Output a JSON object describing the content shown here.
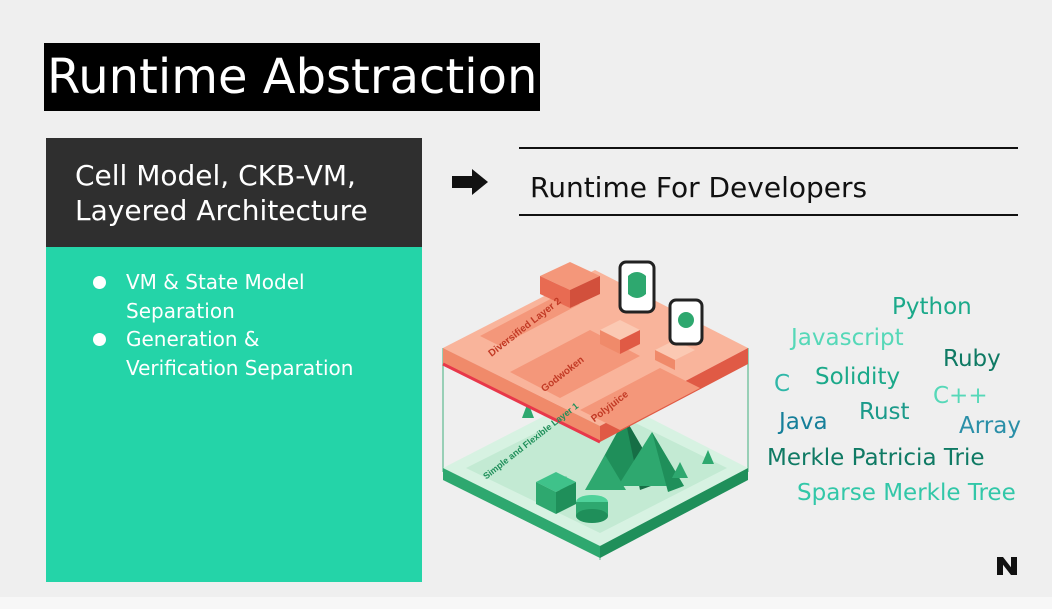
{
  "title": "Runtime Abstraction",
  "left_panel": {
    "header_lines": [
      "Cell Model, CKB-VM,",
      "Layered Architecture"
    ],
    "bullets": [
      {
        "lines": [
          "VM & State Model",
          "Separation"
        ]
      },
      {
        "lines": [
          "Generation &",
          "Verification Separation"
        ]
      }
    ]
  },
  "right_panel": {
    "heading": "Runtime For Developers",
    "illustration": {
      "top_layer_labels": [
        "Diversified Layer 2",
        "Godwoken",
        "Polyjuice"
      ],
      "bottom_layer_label": "Simple and Flexible Layer 1"
    },
    "technologies": [
      {
        "text": "Python",
        "color": "#1ba98a"
      },
      {
        "text": "Javascript",
        "color": "#56d8b8"
      },
      {
        "text": "Ruby",
        "color": "#0f7a64"
      },
      {
        "text": "C",
        "color": "#2fb7a8"
      },
      {
        "text": "Solidity",
        "color": "#1ba98a"
      },
      {
        "text": "C++",
        "color": "#56d8b8"
      },
      {
        "text": "Java",
        "color": "#167f9a"
      },
      {
        "text": "Rust",
        "color": "#1b9a8a"
      },
      {
        "text": "Array",
        "color": "#2a8fa8"
      },
      {
        "text": "Merkle Patricia Trie",
        "color": "#0f7a64"
      },
      {
        "text": "Sparse Merkle Tree",
        "color": "#32c7a8"
      }
    ]
  },
  "colors": {
    "accent": "#24d4a8",
    "dark_panel": "#2f2f2f",
    "layer2": "#f08a6a",
    "layer1": "#2ea86f"
  },
  "icons": {
    "arrow": "right-arrow-icon",
    "logo": "nervos-logo-icon"
  }
}
